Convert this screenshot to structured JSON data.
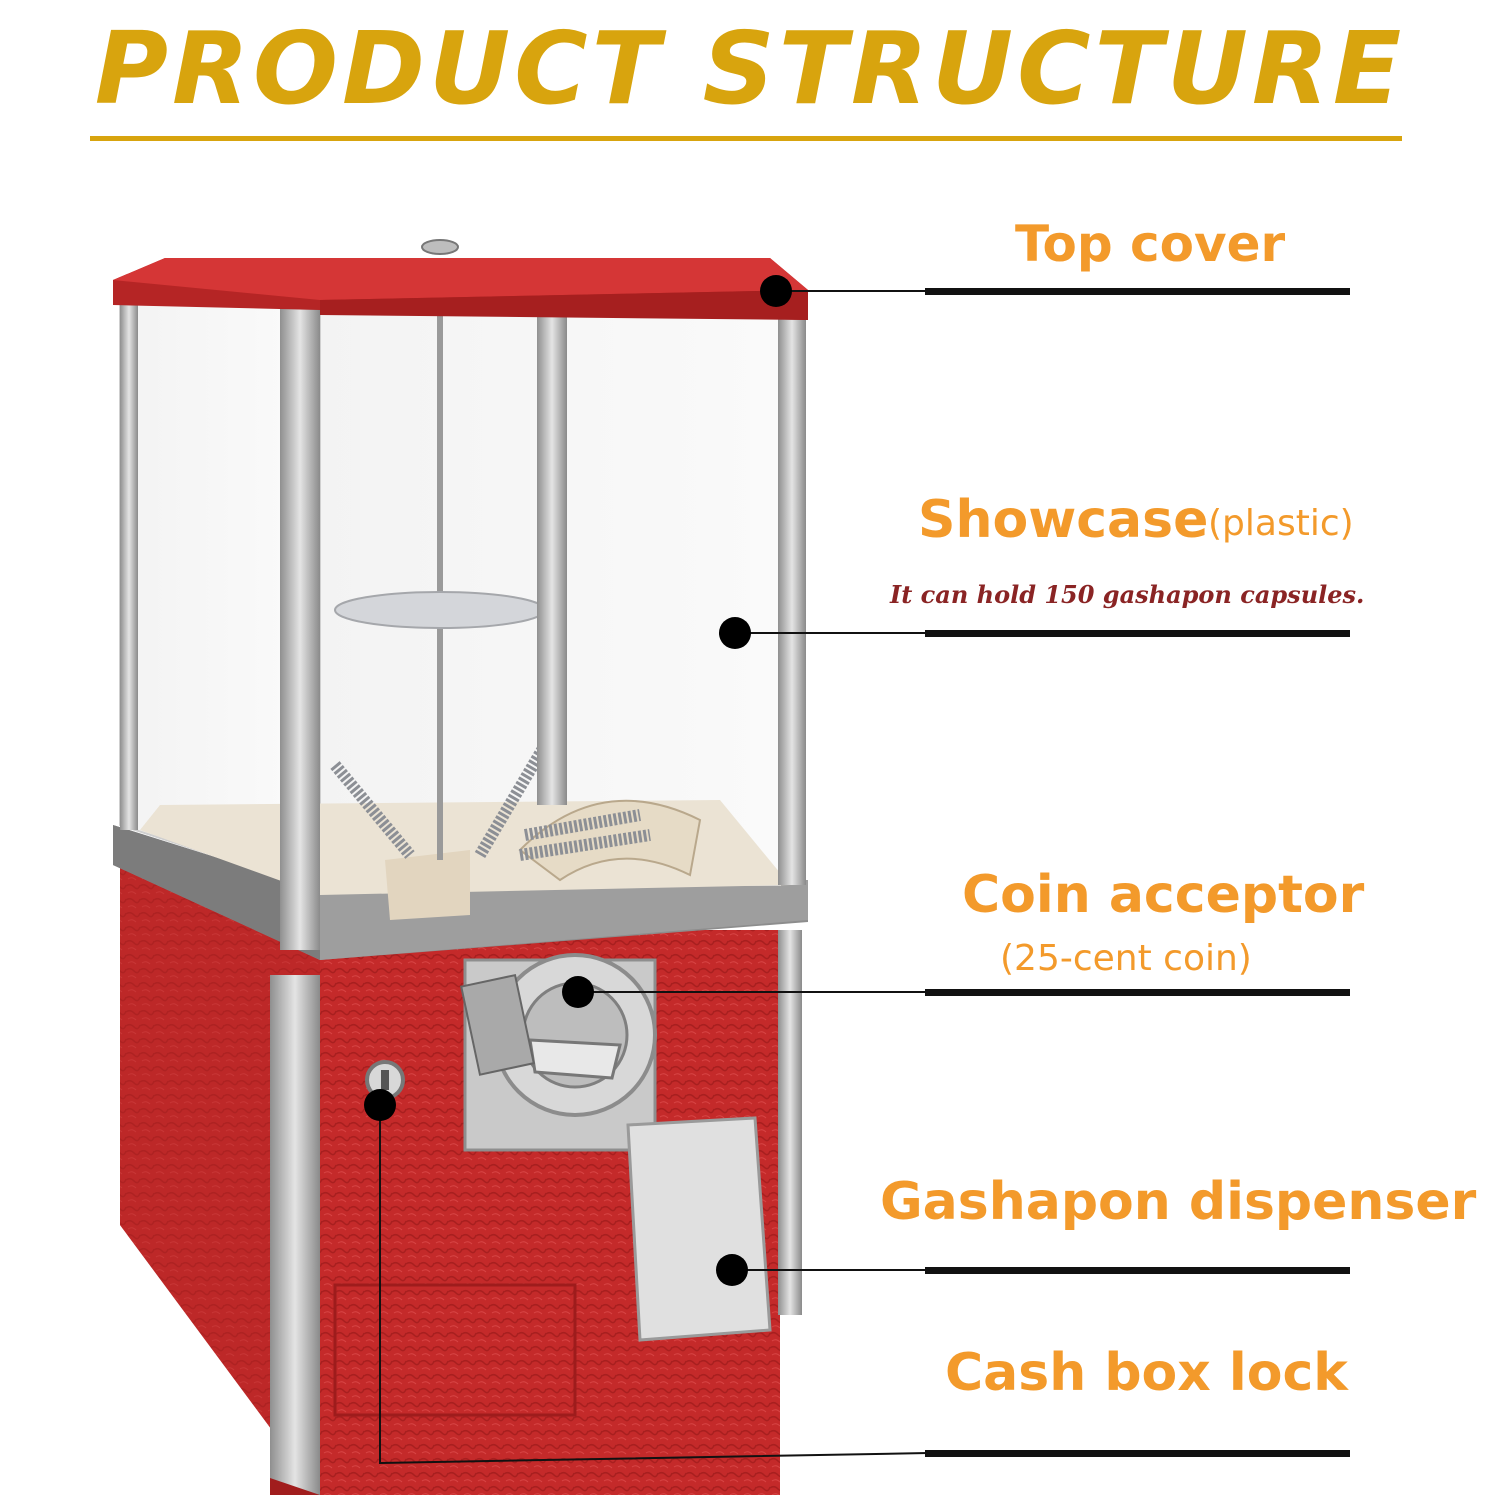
{
  "title": "PRODUCT STRUCTURE",
  "colors": {
    "title": "#d8a40e",
    "label": "#f39a2b",
    "note": "#8a2424",
    "machine_red": "#c42a2a"
  },
  "parts": [
    {
      "name": "Top cover",
      "sub": "",
      "note": ""
    },
    {
      "name": "Showcase",
      "sub": "(plastic)",
      "note": "It can hold 150 gashapon capsules."
    },
    {
      "name": "Coin acceptor",
      "sub": "(25-cent coin)",
      "note": ""
    },
    {
      "name": "Gashapon dispenser",
      "sub": "",
      "note": ""
    },
    {
      "name": "Cash box lock",
      "sub": "",
      "note": ""
    }
  ]
}
